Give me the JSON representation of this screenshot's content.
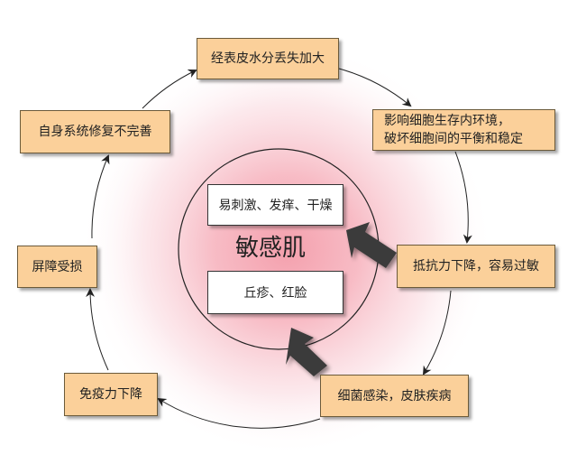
{
  "outer_cycle": [
    {
      "id": "water-loss",
      "text": "经表皮水分丢失加大"
    },
    {
      "id": "env-damage",
      "lines": [
        "影响细胞生存内环境，",
        "破坏细胞间的平衡和稳定"
      ]
    },
    {
      "id": "resistance-down",
      "text": "抵抗力下降，容易过敏"
    },
    {
      "id": "infection",
      "text": "细菌感染，皮肤疾病"
    },
    {
      "id": "immunity-down",
      "text": "免疫力下降"
    },
    {
      "id": "barrier-damage",
      "text": "屏障受损"
    },
    {
      "id": "self-repair",
      "text": "自身系统修复不完善"
    }
  ],
  "center": {
    "title": "敏感肌",
    "symptoms_top": "易刺激、发痒、干燥",
    "symptoms_bottom": "丘疹、红脸"
  },
  "colors": {
    "box_fill": "#fbd09a",
    "glow": "#f4a0ad",
    "arrow_dark": "#333333"
  }
}
